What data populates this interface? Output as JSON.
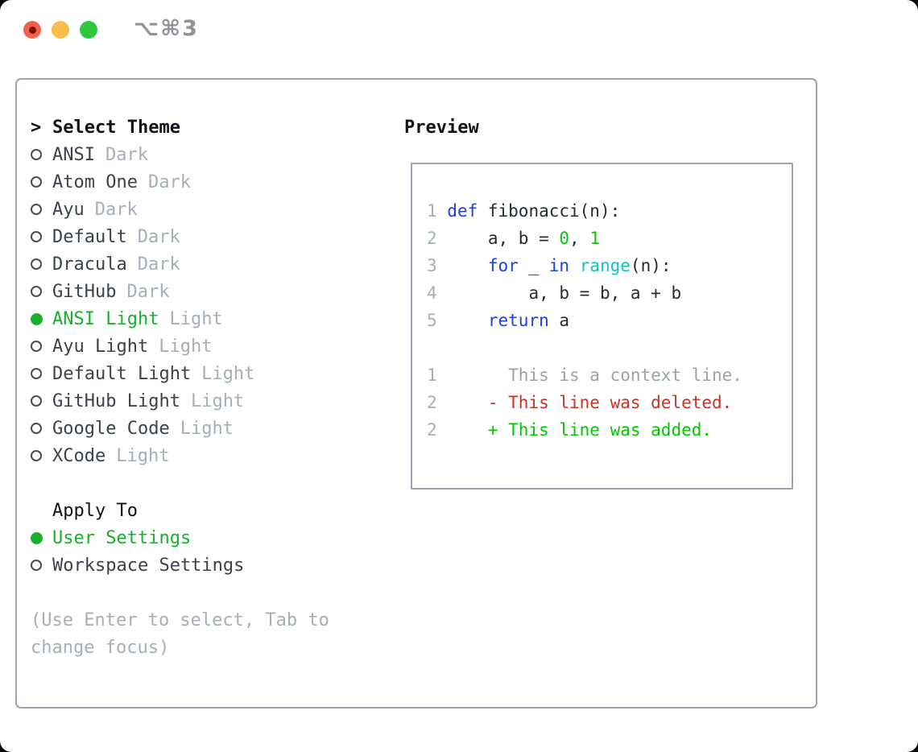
{
  "palette": {
    "heading": "#0f1319",
    "item": "#3b424c",
    "muted": "#a6aeb9",
    "select": "#16b22c",
    "circle": "#474e57",
    "border": "#9aa3ae",
    "plain": "#262c33",
    "keyword": "#1e41d9",
    "builtin": "#12c2c8",
    "number": "#13bd13",
    "context": "#99a1ab",
    "deleted": "#c53426",
    "added": "#05c405",
    "titlebar_gray": "#8f9399",
    "traffic_red": "#f15f50",
    "traffic_red_dot": "#7b1108",
    "traffic_yellow": "#f7bd4d",
    "traffic_green": "#30c740"
  },
  "window": {
    "shortcut_label": "⌥⌘3"
  },
  "theme_selector": {
    "prompt": ">",
    "title": "Select Theme",
    "items": [
      {
        "name": "ANSI",
        "variant": "Dark",
        "selected": false
      },
      {
        "name": "Atom One",
        "variant": "Dark",
        "selected": false
      },
      {
        "name": "Ayu",
        "variant": "Dark",
        "selected": false
      },
      {
        "name": "Default",
        "variant": "Dark",
        "selected": false
      },
      {
        "name": "Dracula",
        "variant": "Dark",
        "selected": false
      },
      {
        "name": "GitHub",
        "variant": "Dark",
        "selected": false
      },
      {
        "name": "ANSI Light",
        "variant": "Light",
        "selected": true
      },
      {
        "name": "Ayu Light",
        "variant": "Light",
        "selected": false
      },
      {
        "name": "Default Light",
        "variant": "Light",
        "selected": false
      },
      {
        "name": "GitHub Light",
        "variant": "Light",
        "selected": false
      },
      {
        "name": "Google Code",
        "variant": "Light",
        "selected": false
      },
      {
        "name": "XCode",
        "variant": "Light",
        "selected": false
      }
    ]
  },
  "apply_to": {
    "title": "Apply To",
    "options": [
      {
        "label": "User Settings",
        "selected": true
      },
      {
        "label": "Workspace Settings",
        "selected": false
      }
    ]
  },
  "hint_lines": [
    "(Use Enter to select, Tab to",
    "change focus)"
  ],
  "preview": {
    "title": "Preview",
    "code_lines": [
      {
        "num": "1",
        "tokens": [
          {
            "c": "keyword",
            "t": "def"
          },
          {
            "c": "plain",
            "t": " fibonacci(n):"
          }
        ]
      },
      {
        "num": "2",
        "tokens": [
          {
            "c": "plain",
            "t": "    a, b = "
          },
          {
            "c": "number",
            "t": "0"
          },
          {
            "c": "plain",
            "t": ", "
          },
          {
            "c": "number",
            "t": "1"
          }
        ]
      },
      {
        "num": "3",
        "tokens": [
          {
            "c": "plain",
            "t": "    "
          },
          {
            "c": "keyword",
            "t": "for"
          },
          {
            "c": "plain",
            "t": " _ "
          },
          {
            "c": "keyword",
            "t": "in"
          },
          {
            "c": "plain",
            "t": " "
          },
          {
            "c": "builtin",
            "t": "range"
          },
          {
            "c": "plain",
            "t": "(n):"
          }
        ]
      },
      {
        "num": "4",
        "tokens": [
          {
            "c": "plain",
            "t": "        a, b = b, a + b"
          }
        ]
      },
      {
        "num": "5",
        "tokens": [
          {
            "c": "plain",
            "t": "    "
          },
          {
            "c": "keyword",
            "t": "return"
          },
          {
            "c": "plain",
            "t": " a"
          }
        ]
      }
    ],
    "diff_lines": [
      {
        "num": "1",
        "tokens": [
          {
            "c": "context",
            "t": "      This is a context line."
          }
        ]
      },
      {
        "num": "2",
        "tokens": [
          {
            "c": "deleted",
            "t": "    - This line was deleted."
          }
        ]
      },
      {
        "num": "2",
        "tokens": [
          {
            "c": "added",
            "t": "    + This line was added."
          }
        ]
      }
    ]
  }
}
